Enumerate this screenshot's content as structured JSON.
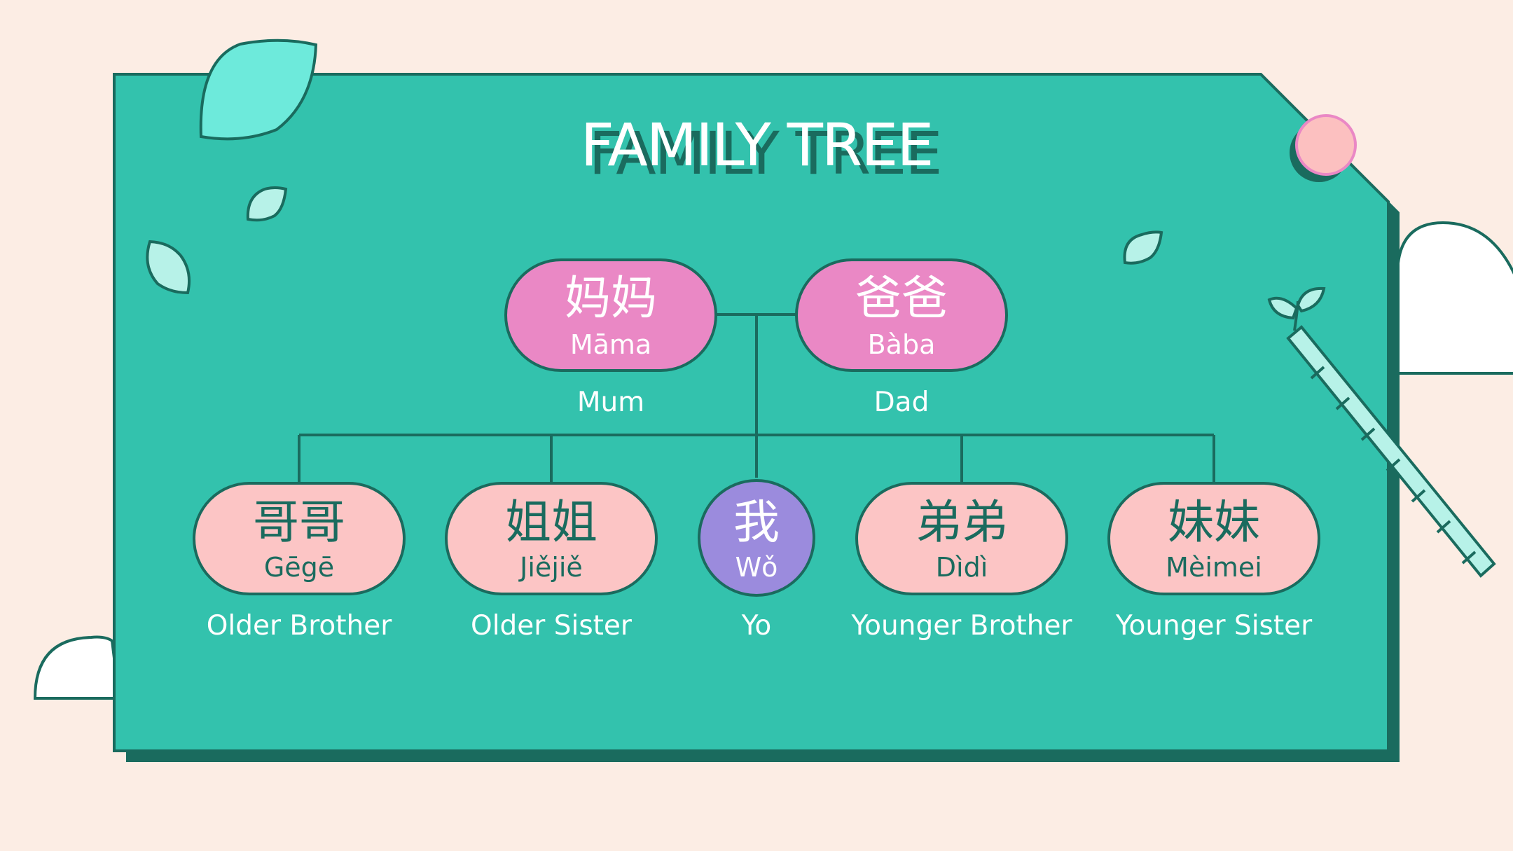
{
  "title": "FAMILY TREE",
  "colors": {
    "background": "#fcede4",
    "panel": "#33c2ad",
    "panel_shadow": "#1a6b5e",
    "outline": "#1a6b5e",
    "parent_node": "#ea88c5",
    "sibling_node": "#fcc5c5",
    "self_node": "#9b8bdd",
    "leaf": "#b7f2e8",
    "leaf_bright": "#6deadb",
    "dot": "#fcc0c0"
  },
  "parents": {
    "mum": {
      "hanzi": "妈妈",
      "pinyin": "Māma",
      "english": "Mum"
    },
    "dad": {
      "hanzi": "爸爸",
      "pinyin": "Bàba",
      "english": "Dad"
    }
  },
  "children": {
    "older_brother": {
      "hanzi": "哥哥",
      "pinyin": "Gēgē",
      "english": "Older Brother"
    },
    "older_sister": {
      "hanzi": "姐姐",
      "pinyin": "Jiějiě",
      "english": "Older Sister"
    },
    "me": {
      "hanzi": "我",
      "pinyin": "Wǒ",
      "english": "Yo"
    },
    "younger_brother": {
      "hanzi": "弟弟",
      "pinyin": "Dìdì",
      "english": "Younger Brother"
    },
    "younger_sister": {
      "hanzi": "妹妹",
      "pinyin": "Mèimei",
      "english": "Younger Sister"
    }
  }
}
